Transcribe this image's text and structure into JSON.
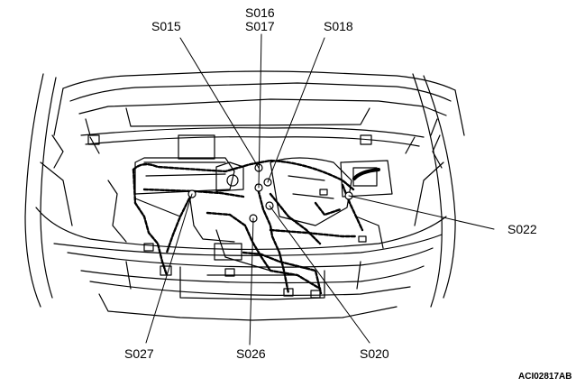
{
  "splice_labels": {
    "s015": "S015",
    "s016": "S016",
    "s017": "S017",
    "s018": "S018",
    "s020": "S020",
    "s022": "S022",
    "s026": "S026",
    "s027": "S027"
  },
  "figure_code": "ACI02817AB"
}
